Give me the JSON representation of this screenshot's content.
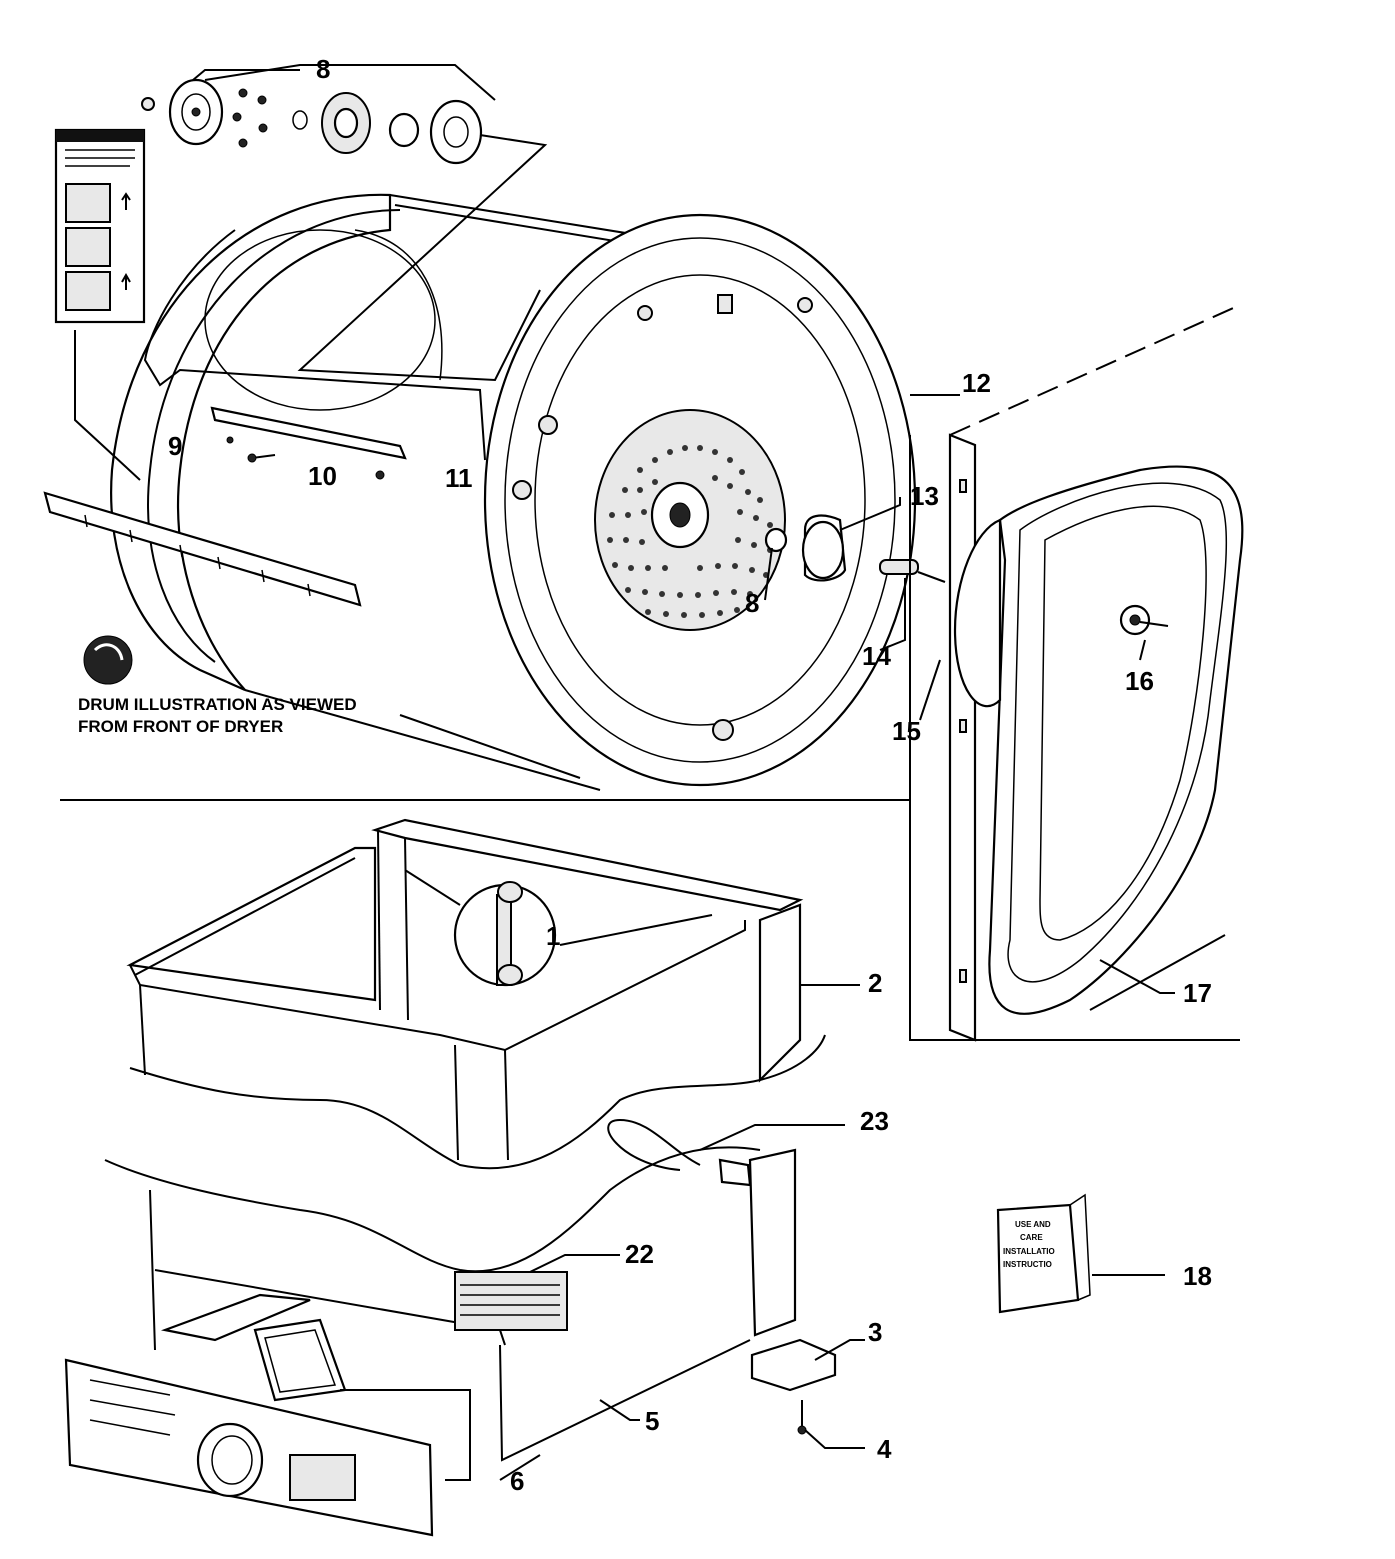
{
  "caption": {
    "line1": "DRUM ILLUSTRATION AS VIEWED",
    "line2": "FROM FRONT OF DRYER"
  },
  "manual": {
    "line1": "USE AND",
    "line2": "CARE",
    "line3": "INSTALLATIO",
    "line4": "INSTRUCTIO"
  },
  "callouts": {
    "c1": "1",
    "c2": "2",
    "c3": "3",
    "c4": "4",
    "c5": "5",
    "c6": "6",
    "c8_top": "8",
    "c8_shaft": "8",
    "c9": "9",
    "c10": "10",
    "c11": "11",
    "c12": "12",
    "c13": "13",
    "c14": "14",
    "c15": "15",
    "c16": "16",
    "c17": "17",
    "c18": "18",
    "c22": "22",
    "c23": "23"
  }
}
